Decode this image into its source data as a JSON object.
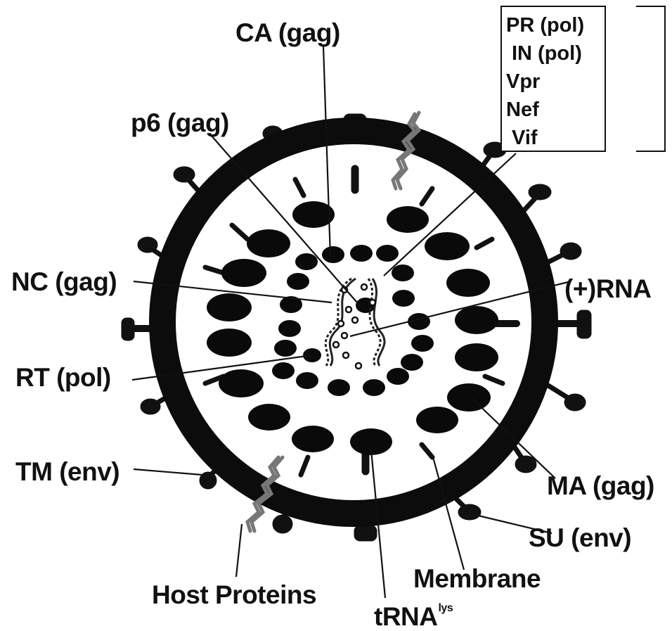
{
  "diagram": {
    "labels": {
      "ca": "CA (gag)",
      "p6": "p6 (gag)",
      "nc": "NC (gag)",
      "rt": "RT (pol)",
      "tm": "TM (env)",
      "host": "Host Proteins",
      "trna": "tRNA",
      "trna_sup": "lys",
      "membrane": "Membrane",
      "su": "SU (env)",
      "ma": "MA (gag)",
      "rna": "(+)RNA"
    },
    "legend_items": [
      "PR (pol)",
      "IN (pol)",
      "Vpr",
      "Nef",
      "Vif"
    ]
  }
}
